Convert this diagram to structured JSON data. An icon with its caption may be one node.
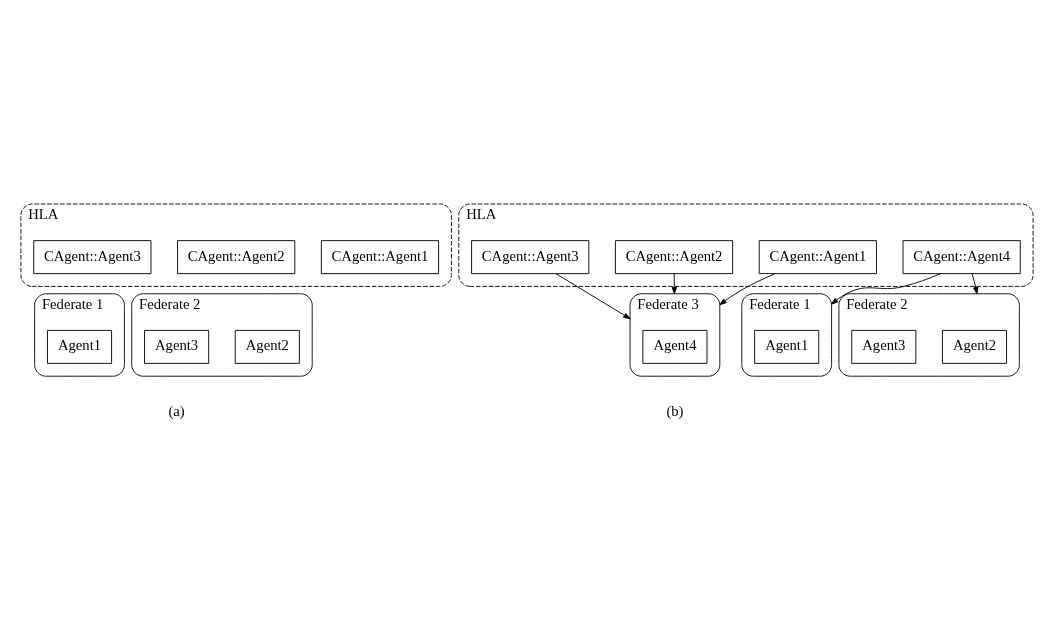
{
  "diagram": {
    "nodes": [
      {
        "text": [
          "HLA"
        ]
      },
      {
        "text": [
          "CAgent::Agent1"
        ],
        "in": 0
      },
      {
        "text": [
          "CAgent::Agent2"
        ],
        "in": 0
      },
      {
        "text": [
          "CAgent::Agent3"
        ],
        "in": 0
      },
      {
        "text": [
          "Federate 1"
        ]
      },
      {
        "text": [
          "Agent1"
        ],
        "in": 4
      },
      {
        "text": [
          "Federate 2"
        ]
      },
      {
        "text": [
          "Agent2"
        ],
        "in": 6
      },
      {
        "text": [
          "Agent3"
        ],
        "in": 6
      },
      {
        "text": [
          "HLA"
        ]
      },
      {
        "text": [
          "CAgent::Agent1"
        ],
        "in": 9
      },
      {
        "text": [
          "CAgent::Agent2"
        ],
        "in": 9
      },
      {
        "text": [
          "CAgent::Agent3"
        ],
        "in": 9
      },
      {
        "text": [
          "CAgent::Agent4"
        ],
        "in": 9
      },
      {
        "text": [
          "Federate 1"
        ]
      },
      {
        "text": [
          "Agent1"
        ],
        "in": 14
      },
      {
        "text": [
          "Federate 2"
        ]
      },
      {
        "text": [
          "Agent2"
        ],
        "in": 16
      },
      {
        "text": [
          "Agent3"
        ],
        "in": 16
      },
      {
        "text": [
          "Federate 3"
        ]
      },
      {
        "text": [
          "Agent4"
        ],
        "in": 19
      }
    ],
    "edges": [
      {
        "from": 10,
        "to": 19,
        "arrow": "to"
      },
      {
        "from": 11,
        "to": 19,
        "arrow": "to"
      },
      {
        "from": 12,
        "to": 19,
        "arrow": "to"
      },
      {
        "from": 13,
        "to": 14,
        "arrow": "to"
      },
      {
        "from": 13,
        "to": 16,
        "arrow": "to"
      }
    ],
    "labels": [
      "(a)",
      "(b)"
    ]
  }
}
